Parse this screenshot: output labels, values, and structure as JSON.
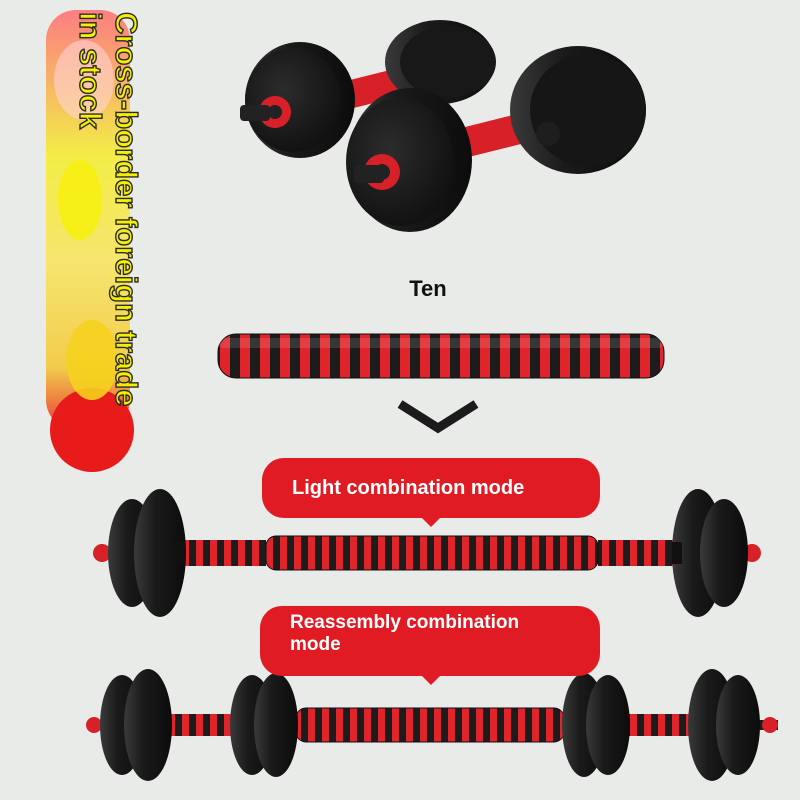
{
  "banner": {
    "text": "Cross-border foreign trade\nin stock",
    "color": "#f4f000"
  },
  "labels": {
    "count_label": "Ten",
    "mode_light": "Light combination mode",
    "mode_reassembly": "Reassembly combination\nmode"
  },
  "colors": {
    "accent": "#e01b23",
    "plate": "#1b1b1b",
    "background": "#e9ebe8"
  }
}
